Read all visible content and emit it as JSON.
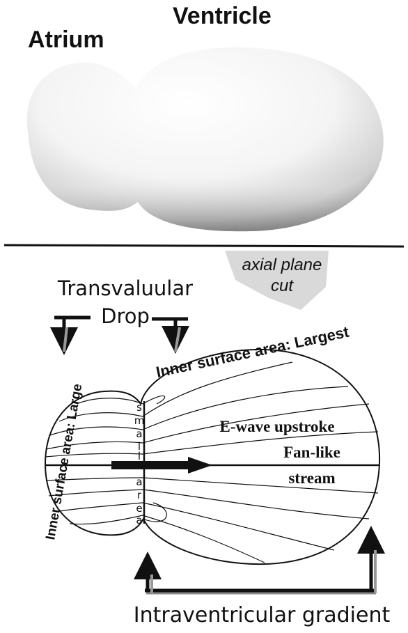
{
  "labels": {
    "atrium": "Atrium",
    "ventricle": "Ventricle",
    "axial_plane_line1": "axial plane",
    "axial_plane_line2": "cut",
    "transvalvular_line1": "Transvaluular",
    "transvalvular_line2": "Drop",
    "inner_surface_large": "Inner surface area: Large",
    "inner_surface_largest": "Inner surface area: Largest",
    "small_letters": [
      "s",
      "m",
      "a",
      "l",
      "l"
    ],
    "area_letters": [
      "a",
      "r",
      "e",
      "a"
    ],
    "ewave": "E-wave upstroke",
    "fanlike": "Fan-like",
    "stream": "stream",
    "intraventricular": "Intraventricular gradient"
  },
  "colors": {
    "background": "#ffffff",
    "ink": "#111111",
    "shape_fill": "#f2f2f2",
    "shape_shadow": "#9a9a9a",
    "plane_marker": "#d9d9d9"
  }
}
